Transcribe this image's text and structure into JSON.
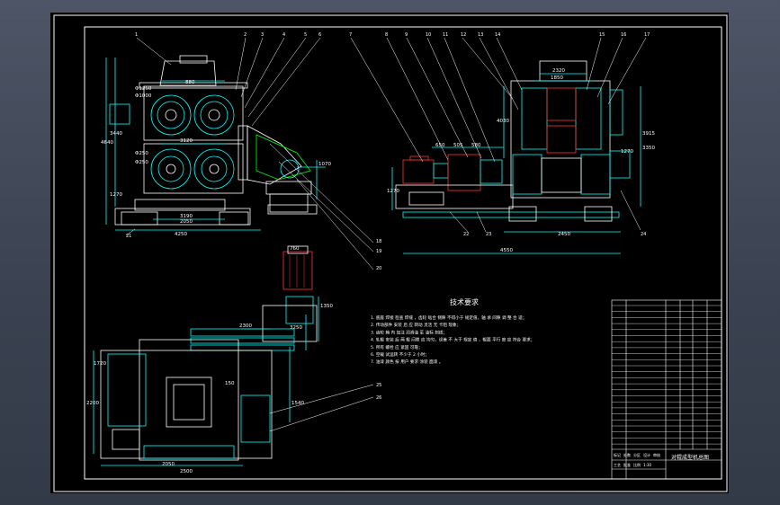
{
  "drawing": {
    "notes_title": "技术要求",
    "notes": [
      "1. 底座 焊接 检查 焊缝 ，齿轮 啮合 侧隙 不得小于 规定值，轴 承 间隙 调 整 合 适；",
      "2. 传动部件 安装 后 应 转动 灵活 无 卡阻 现象；",
      "3. 齿轮 箱 内 加注 润滑油 至 油标 刻线；",
      "4. 轧辊 安装 后 两 辊 间隙 应 均匀，误差 不 大于 规定 值 ，辊面 平行 度 应 符合 要求；",
      "5. 所有 螺栓 应 紧固 可靠；",
      "6. 空载 试运转 不少于 2 小时；",
      "7. 油漆 颜色 按 用户 要求 涂装 面漆 。"
    ],
    "front_view_dims": [
      "880",
      "Φ1250",
      "Φ1000",
      "3120",
      "4640",
      "3440",
      "1270",
      "Φ250",
      "Φ250",
      "3190",
      "2050",
      "4250",
      "1070"
    ],
    "side_view_dims": [
      "2320",
      "1850",
      "4030",
      "3915",
      "3350",
      "1270",
      "1270",
      "4550",
      "2450",
      "650",
      "505",
      "580"
    ],
    "plan_view_dims": [
      "760",
      "2300",
      "1350",
      "3250",
      "1540",
      "2200",
      "2050",
      "150",
      "2500",
      "1720"
    ],
    "balloons_top": [
      "1",
      "2",
      "3",
      "4",
      "5",
      "6",
      "7",
      "8",
      "9",
      "10",
      "11",
      "12",
      "13",
      "14",
      "15",
      "16",
      "17"
    ],
    "balloons_side": [
      "18",
      "19",
      "20",
      "21",
      "22",
      "23",
      "24",
      "25",
      "26"
    ],
    "title_block_name": "对辊成型机总图",
    "title_block_fields": [
      "标记",
      "处数",
      "分区",
      "设计",
      "审核",
      "工艺",
      "批准",
      "比例",
      "1:30"
    ]
  }
}
